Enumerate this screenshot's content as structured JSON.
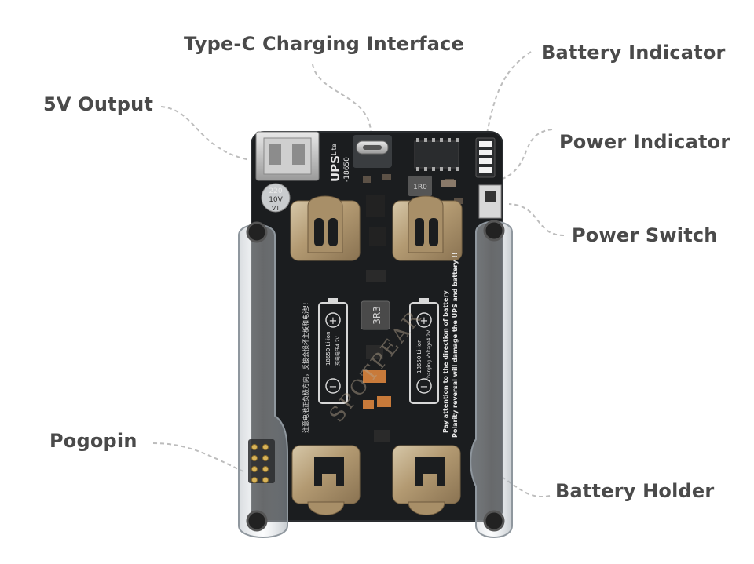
{
  "labels": {
    "type_c": "Type-C Charging Interface",
    "battery_indicator": "Battery Indicator",
    "output_5v": "5V Output",
    "power_indicator": "Power Indicator",
    "power_switch": "Power Switch",
    "pogopin": "Pogopin",
    "battery_holder": "Battery Holder"
  },
  "board": {
    "name": "UPS",
    "model": "-18650",
    "variant": "Lite",
    "capacitor": [
      "220",
      "10V",
      "VT"
    ],
    "inductor": "3R3",
    "inductor_small": "1R0",
    "watermark": "SPOTPEAR",
    "battery_left": [
      "18650 Li-ion",
      "充电电压4.2V"
    ],
    "battery_right": [
      "18650 Li-ion",
      "Charging Voltage4.2V"
    ],
    "warning_en": [
      "Pay attention to the  direction of battery",
      "Polarity reversal will damage the UPS and battery !!"
    ],
    "warning_cn": [
      "注意电池正负极方向，反接会损坏主板和电池!!"
    ],
    "plus": "+",
    "minus": "−"
  }
}
